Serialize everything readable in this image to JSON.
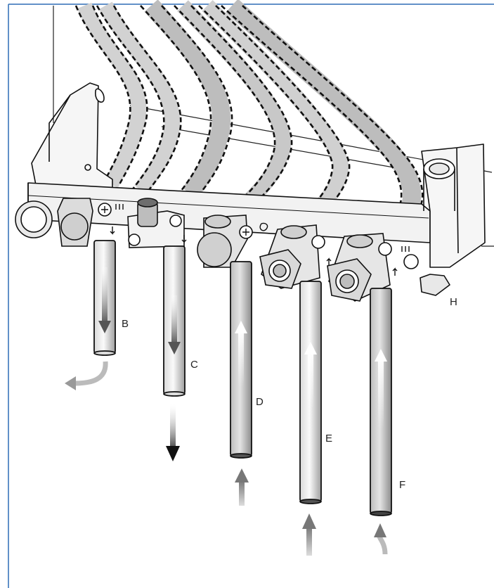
{
  "frame": {
    "border_color": "#2f6db5"
  },
  "labels": {
    "B": "B",
    "C": "C",
    "D": "D",
    "E": "E",
    "F": "F",
    "H": "H"
  },
  "colors": {
    "pipe_light": "#f4f4f4",
    "pipe_mid": "#cfcfcf",
    "pipe_dark": "#9a9a9a",
    "hose_grey": "#c9c9c9",
    "outline": "#111111",
    "arrow_white": "#ffffff",
    "arrow_dark": "#1a1a1a"
  }
}
